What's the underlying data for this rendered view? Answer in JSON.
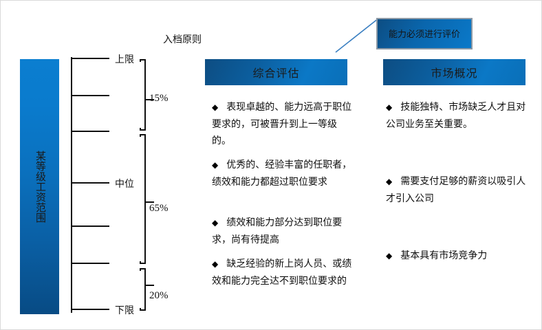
{
  "diagram": {
    "title_caption": "入档原则",
    "grade_bar": {
      "label": "某等级工资范围",
      "color": "#0a6fb8"
    },
    "ladder": {
      "rung_labels": [
        {
          "text": "上限",
          "index": 0
        },
        {
          "text": "中位",
          "index": 3
        },
        {
          "text": "下限",
          "index": 6
        }
      ]
    },
    "braces": [
      {
        "percent": "15%"
      },
      {
        "percent": "65%"
      },
      {
        "percent": "20%"
      }
    ],
    "callout": {
      "text": "能力必须进行评价",
      "border_color": "#8e9aa6"
    },
    "columns": [
      {
        "header": "综合评估",
        "bullets": [
          "表现卓越的、能力远高于职位要求的，可被晋升到上一等级的。",
          "优秀的、经验丰富的任职者，绩效和能力都超过职位要求",
          "绩效和能力部分达到职位要求，尚有待提高",
          "缺乏经验的新上岗人员、或绩效和能力完全达不到职位要求的"
        ]
      },
      {
        "header": "市场概况",
        "bullets": [
          "技能独特、市场缺乏人才且对公司业务至关重要。",
          "需要支付足够的薪资以吸引人才引入公司",
          "基本具有市场竞争力"
        ]
      }
    ],
    "bullet_glyph": "◆"
  }
}
